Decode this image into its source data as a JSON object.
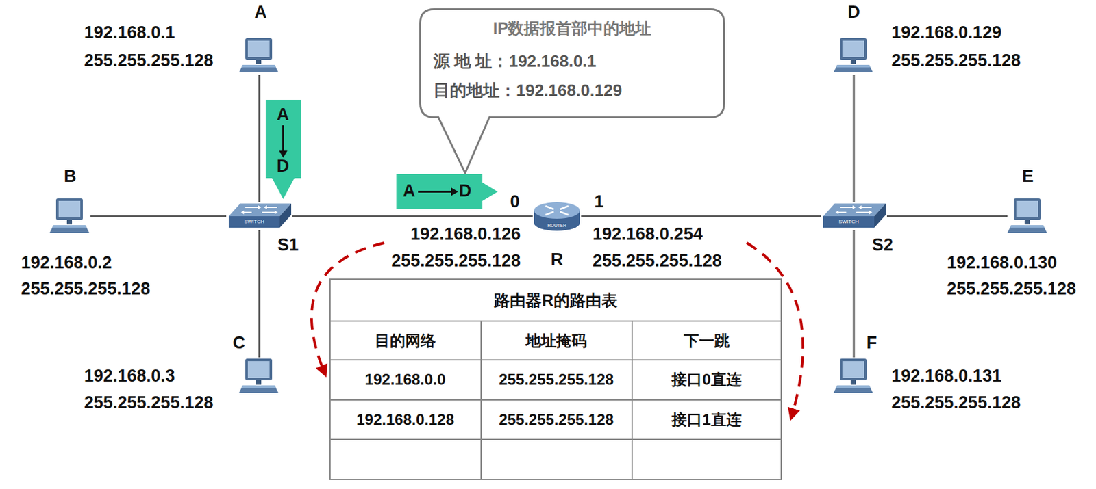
{
  "diagram": {
    "nodes": [
      {
        "text": [
          "A",
          "192.168.0.1",
          "255.255.255.128"
        ]
      },
      {
        "text": [
          "IP数据报首部中的地址",
          "源 地 址：192.168.0.1",
          "目的地址：192.168.0.129"
        ]
      },
      {
        "text": [
          "D",
          "192.168.0.129",
          "255.255.255.128"
        ]
      },
      {
        "text": [
          "A",
          "D"
        ]
      },
      {
        "text": [
          "B",
          "192.168.0.2",
          "255.255.255.128"
        ]
      },
      {
        "text": [
          "SWITCH",
          "S1"
        ]
      },
      {
        "text": [
          "A",
          "D"
        ]
      },
      {
        "text": [
          "ROUTER",
          "R"
        ]
      },
      {
        "text": [
          "SWITCH",
          "S2"
        ]
      },
      {
        "text": [
          "E",
          "192.168.0.130",
          "255.255.255.128"
        ]
      },
      {
        "text": [
          "C",
          "192.168.0.3",
          "255.255.255.128"
        ]
      },
      {
        "text": [
          "F",
          "192.168.0.131",
          "255.255.255.128"
        ]
      }
    ],
    "edges": [
      {
        "from": 0,
        "to": 5,
        "arrow": "none"
      },
      {
        "from": 4,
        "to": 5,
        "arrow": "none"
      },
      {
        "from": 10,
        "to": 5,
        "arrow": "none"
      },
      {
        "from": 5,
        "to": 7,
        "arrow": "none"
      },
      {
        "from": 7,
        "to": 8,
        "arrow": "none"
      },
      {
        "from": 2,
        "to": 8,
        "arrow": "none"
      },
      {
        "from": 9,
        "to": 8,
        "arrow": "none"
      },
      {
        "from": 11,
        "to": 8,
        "arrow": "none"
      }
    ],
    "labels": [
      "0",
      "1",
      "192.168.0.126",
      "255.255.255.128",
      "192.168.0.254",
      "255.255.255.128",
      "路由器R的路由表",
      "目的网络",
      "地址掩码",
      "下一跳",
      "192.168.0.0",
      "255.255.255.128",
      "接口0直连",
      "192.168.0.128",
      "255.255.255.128",
      "接口1直连"
    ]
  }
}
